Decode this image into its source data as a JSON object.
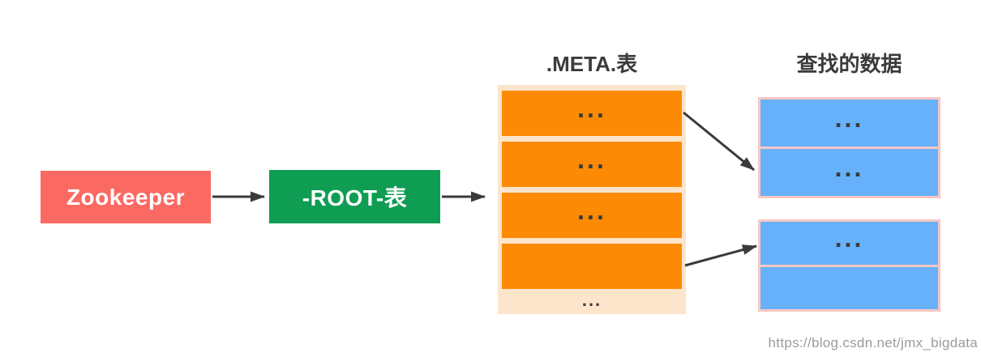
{
  "colors": {
    "zookeeper_box": "#FA6A62",
    "root_box": "#0E9D52",
    "meta_row": "#FC8A05",
    "meta_stack_bg": "#FDE5CC",
    "result_row": "#66B1FA",
    "result_border": "#F9C7C3",
    "arrow": "#3A3A3A",
    "title_text": "#3B3B3B",
    "watermark_text": "#9B9B9B"
  },
  "nodes": {
    "zookeeper": {
      "label": "Zookeeper"
    },
    "root_table": {
      "label": "-ROOT-表"
    }
  },
  "meta_table": {
    "title": ".META.表",
    "rows": [
      {
        "label": "..."
      },
      {
        "label": "..."
      },
      {
        "label": "..."
      },
      {
        "label": ""
      }
    ],
    "footer_label": "..."
  },
  "result_data": {
    "title": "查找的数据",
    "groups": [
      {
        "rows": [
          {
            "label": "..."
          },
          {
            "label": "..."
          }
        ]
      },
      {
        "rows": [
          {
            "label": "..."
          },
          {
            "label": ""
          }
        ]
      }
    ]
  },
  "watermark": "https://blog.csdn.net/jmx_bigdata"
}
